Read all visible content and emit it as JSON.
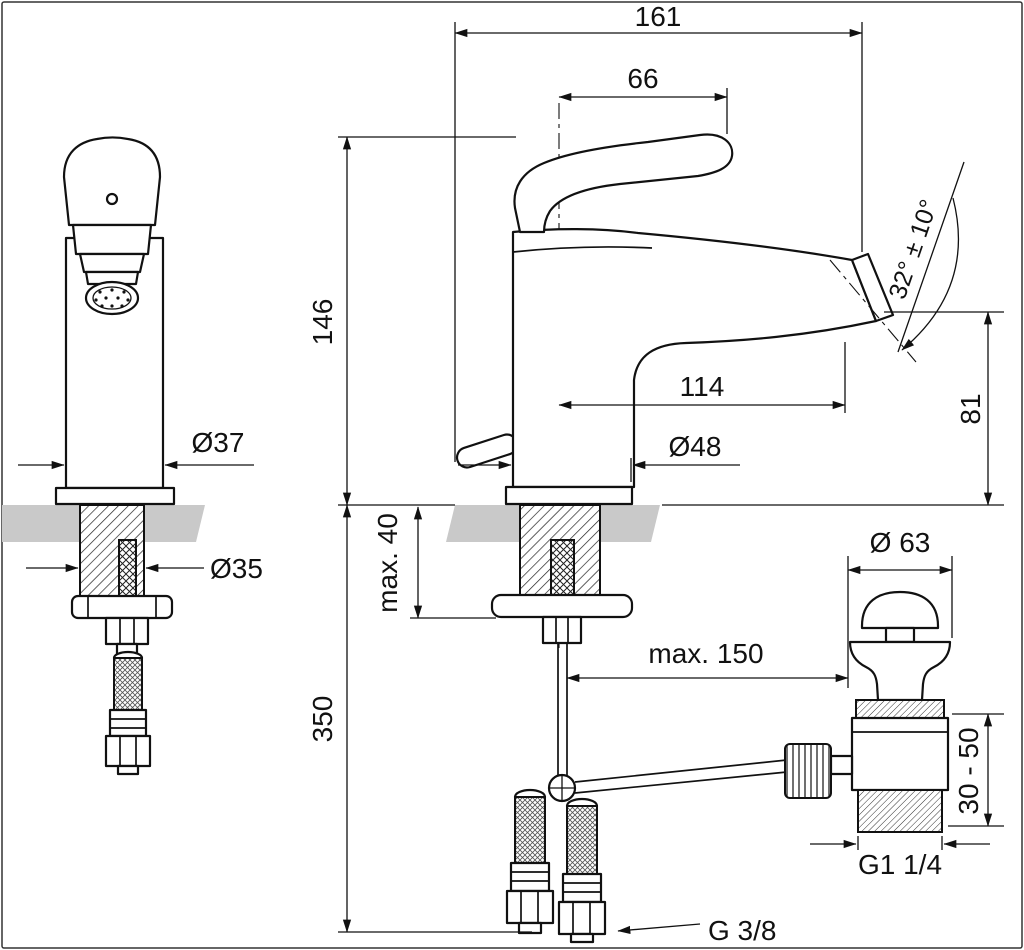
{
  "colors": {
    "line": "#111111",
    "deck": "#c9c9c9",
    "background": "#ffffff"
  },
  "front_view": {
    "body_diameter": "Ø37",
    "shank_diameter": "Ø35"
  },
  "side_view": {
    "overall_length": "161",
    "lever_length": "66",
    "height_to_deck": "146",
    "spout_projection": "114",
    "base_diameter": "Ø48",
    "spout_angle": "32° ± 10°",
    "outlet_height": "81",
    "max_deck_thickness": "max. 40",
    "hose_drop": "350",
    "rod_reach": "max. 150",
    "supply_thread": "G 3/8"
  },
  "waste": {
    "plug_diameter": "Ø 63",
    "height_adjust": "30 - 50",
    "waste_thread": "G1 1/4"
  }
}
